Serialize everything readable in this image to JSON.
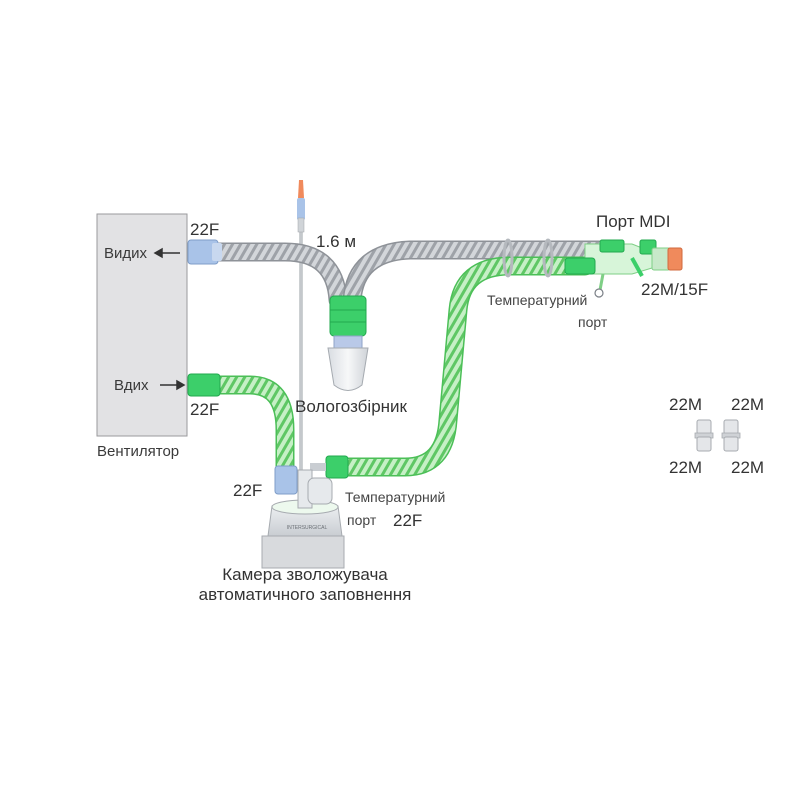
{
  "labels": {
    "ventilator": "Вентилятор",
    "exhale": "Видих",
    "inhale": "Вдих",
    "port_22f_top": "22F",
    "port_22f_inhale": "22F",
    "port_22f_chamber": "22F",
    "length": "1.6 м",
    "water_trap": "Вологозбірник",
    "mdi_port": "Порт MDI",
    "port_22m_15f": "22M/15F",
    "temp_port_top_line1": "Температурний",
    "temp_port_top_line2": "порт",
    "temp_port_bottom_line1": "Температурний",
    "temp_port_bottom_line2": "порт",
    "temp_port_bottom_22f": "22F",
    "chamber_line1": "Камера зволожувача",
    "chamber_line2": "автоматичного заповнення",
    "adapter_tl": "22M",
    "adapter_tr": "22M",
    "adapter_bl": "22M",
    "adapter_br": "22M",
    "chamber_brand": "INTERSURGICAL"
  },
  "colors": {
    "ventilator_fill": "#e2e2e4",
    "ventilator_stroke": "#9a9a9c",
    "hose_grey": "#b9bcc0",
    "hose_green": "#8fdc93",
    "connector_green": "#3ccf6a",
    "connector_blue": "#a9c3e8",
    "tip_orange": "#f08a5c",
    "adapter_grey": "#cfd2d6"
  }
}
